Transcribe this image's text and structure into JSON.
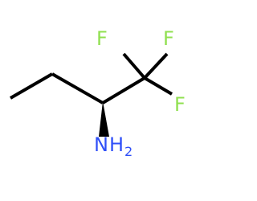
{
  "molecule": {
    "atoms": {
      "f1": "F",
      "f2": "F",
      "f3": "F",
      "n": "N",
      "h": "H",
      "h_count": "2"
    },
    "stereo_bond": "wedge",
    "colors": {
      "bond": "#000000",
      "fluorine": "#90e050",
      "nitrogen": "#3050f8"
    }
  }
}
